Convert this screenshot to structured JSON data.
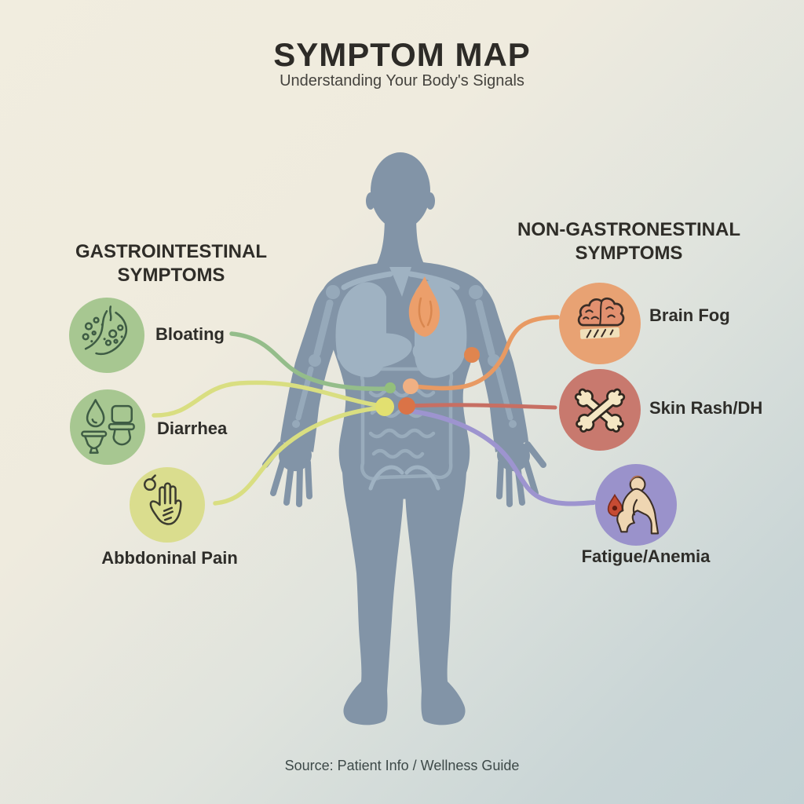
{
  "title": "SYMPTOM MAP",
  "subtitle": "Understanding Your Body's Signals",
  "source": "Source: Patient Info / Wellness Guide",
  "left_section": {
    "heading": [
      "GASTROINTESTINAL",
      "SYMPTOMS"
    ],
    "items": [
      {
        "label": "Bloating",
        "icon": "stomach-bubbles-icon"
      },
      {
        "label": "Diarrhea",
        "icon": "drop-toilet-icon"
      },
      {
        "label": "Abbdoninal Pain",
        "icon": "hand-on-belly-icon"
      }
    ]
  },
  "right_section": {
    "heading": [
      "NON-GASTRONESTINAL",
      "SYMPTOMS"
    ],
    "items": [
      {
        "label": "Brain Fog",
        "icon": "brain-icon"
      },
      {
        "label": "Skin Rash/DH",
        "icon": "crossed-bones-icon"
      },
      {
        "label": "Fatigue/Anemia",
        "icon": "tired-person-blood-drop-icon"
      }
    ]
  },
  "figure": "human-body-silhouette-with-organs",
  "colors": {
    "bg_top_left": "#f1eddf",
    "bg_bottom_right": "#c2d1d4",
    "body": "#8294a7",
    "organs": "#a3b6c5",
    "flame": "#ec9f6b",
    "green_circle": "#a7c791",
    "yellow_circle": "#dadd8e",
    "orange_circle": "#e8a273",
    "red_circle": "#c8796e",
    "purple_circle": "#9a92cb",
    "line_green": "#94bd8a",
    "line_yellow": "#d9de81",
    "line_orange": "#e89a63",
    "line_red": "#c76f63",
    "line_purple": "#9d94cf",
    "dot_yellow": "#e2e070",
    "dot_orange": "#da7347",
    "dot_peach": "#f0b083",
    "dot_elbow": "#e0854f",
    "dot_green": "#93bf7b"
  }
}
